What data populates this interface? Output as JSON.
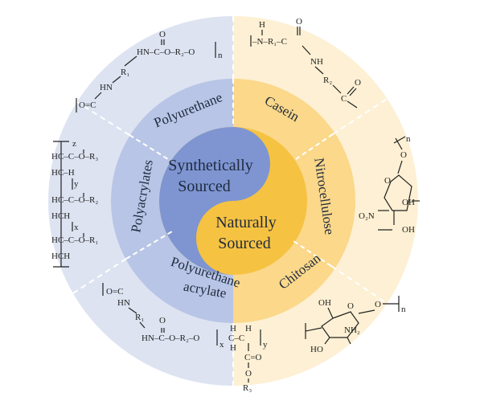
{
  "colors": {
    "outer_synthetic": "#dde3f1",
    "outer_natural": "#fdf0d4",
    "middle_synthetic": "#b8c5e6",
    "middle_natural": "#fbd88a",
    "yin_synthetic": "#7e95d2",
    "yin_natural": "#f5c242",
    "divider": "#ffffff"
  },
  "core": {
    "synthetic_line1": "Synthetically",
    "synthetic_line2": "Sourced",
    "natural_line1": "Naturally",
    "natural_line2": "Sourced"
  },
  "ring": {
    "polyurethane": "Polyurethane",
    "polyacrylates": "Polyacrylates",
    "polyurethane_acrylate_line1": "Polyurethane",
    "polyurethane_acrylate_line2": "acrylate",
    "casein": "Casein",
    "nitrocellulose": "Nitrocellulose",
    "chitosan": "Chitosan"
  },
  "structures": {
    "polyurethane": {
      "line1": "O",
      "line2": "HN–C–O–R₂–O",
      "line3": "R₁",
      "line4": "HN",
      "line5": "O=C",
      "subscript": "n"
    },
    "casein": {
      "line1": "–N–R₁–C",
      "line2": "NH",
      "line3": "R₂",
      "line4": "C",
      "atom_h": "H",
      "atom_o1": "O",
      "atom_o2": "O"
    },
    "polyacrylates": {
      "row1": "HC–C–O–R₃",
      "row2": "HC–H",
      "row3": "HC–C–O–R₂",
      "row4": "HCH",
      "row5": "HC–C–O–R₁",
      "row6": "HCH",
      "sub_x": "x",
      "sub_y": "y",
      "sub_z": "z"
    },
    "nitrocellulose": {
      "o_ring": "O",
      "oh1": "OH",
      "oh2": "OH",
      "nitro": "O₂N",
      "o_link": "O",
      "subscript": "n"
    },
    "polyurethane_acrylate": {
      "top1": "O=C",
      "top2": "HN",
      "top3": "R₁",
      "mid": "HN–C–O–R₂–O",
      "chain": "C–C",
      "h1": "H",
      "h2": "H",
      "h3": "H",
      "co": "C=O",
      "o": "O",
      "r3": "R₃",
      "o_top": "O",
      "sub_x": "x",
      "sub_y": "y"
    },
    "chitosan": {
      "oh": "OH",
      "o_ring": "O",
      "o_link": "O",
      "nh2": "NH₂",
      "ho": "HO",
      "subscript": "n"
    }
  }
}
